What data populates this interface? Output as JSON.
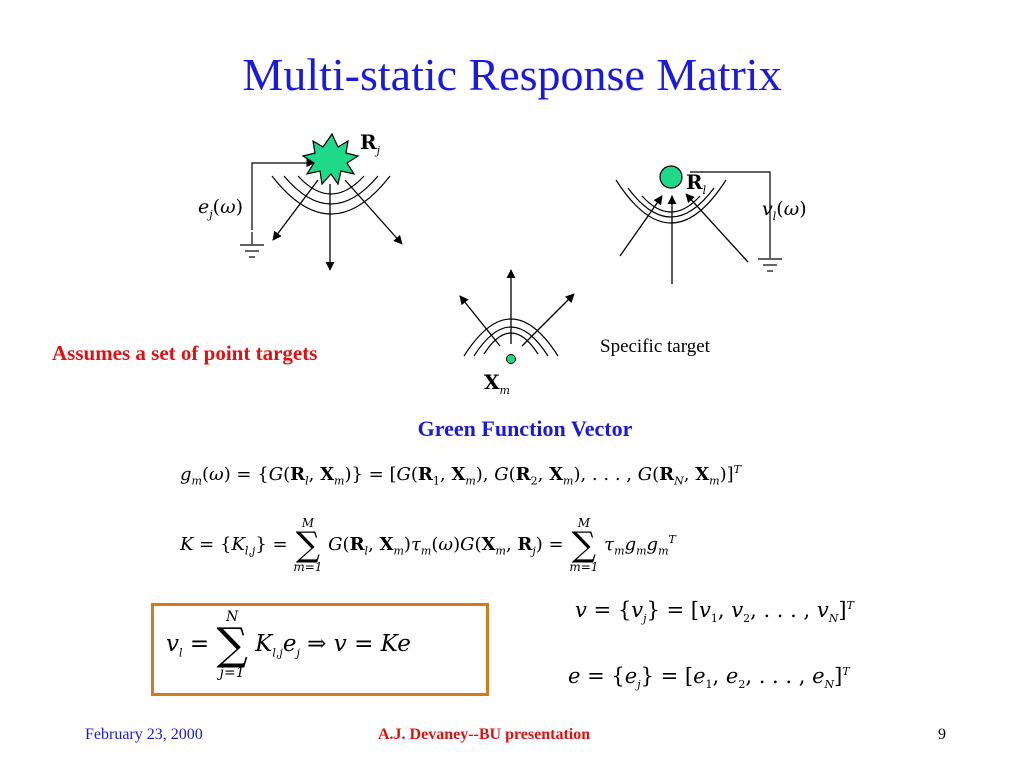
{
  "slide": {
    "title": "Multi-static Response Matrix",
    "assumption": "Assumes a set of point targets",
    "specific_target": "Specific target",
    "section_heading": "Green Function Vector"
  },
  "labels": {
    "transmitter": "R_j",
    "receiver": "R_l",
    "target": "X_m",
    "excitation": "e_j(ω)",
    "received_voltage": "v_l(ω)"
  },
  "equations": {
    "green_vector": "g_m(ω) = {G(R_l, X_m)} = [G(R_1, X_m), G(R_2, X_m), ..., G(R_N, X_m)]^T",
    "response_matrix": "K = {K_l,j} = Σ_{m=1}^{M} G(R_l, X_m) τ_m(ω) G(X_m, R_j) = Σ_{m=1}^{M} τ_m g_m g_m^T",
    "v_vector": "v = {v_j} = [v_1, v_2, ..., v_N]^T",
    "e_vector": "e = {e_j} = [e_1, e_2, ..., e_N]^T",
    "boxed": "v_l = Σ_{j=1}^{N} K_l,j e_j ⇒ v = Ke"
  },
  "footer": {
    "date": "February 23, 2000",
    "author": "A.J. Devaney--BU  presentation",
    "page": "9"
  },
  "colors": {
    "title_blue": "#1a1adb",
    "accent_red": "#e01010",
    "star_green": "#1fd98a",
    "box_orange": "#d47a1a"
  }
}
